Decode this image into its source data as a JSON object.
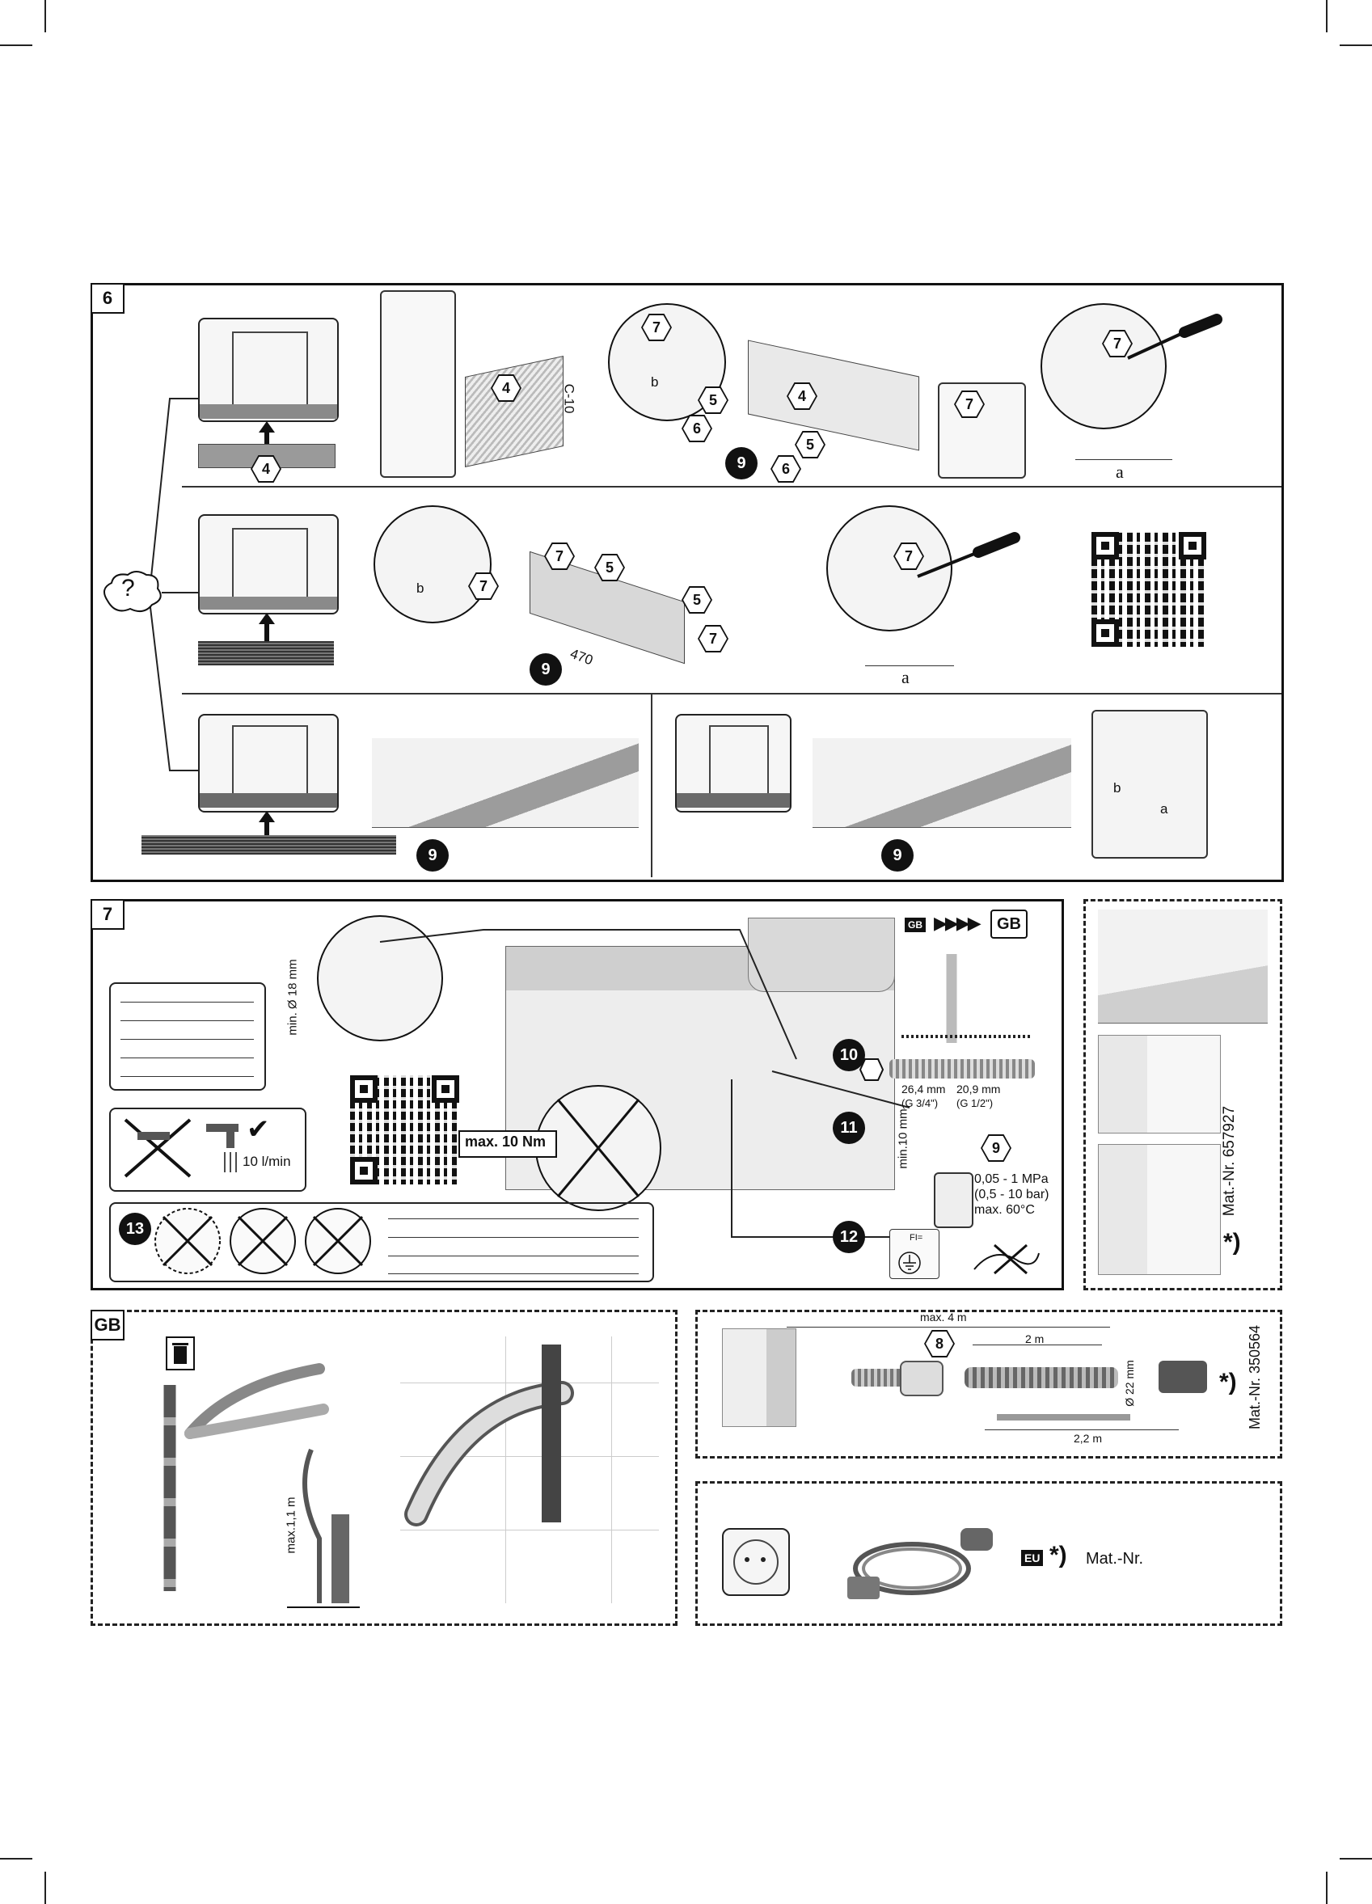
{
  "section6": {
    "label": "6",
    "question_mark": "?",
    "row1": {
      "hex4_a": "4",
      "hex4_b": "4",
      "hex7_a": "7",
      "hex7_b": "7",
      "hex7_c": "7",
      "hex5_a": "5",
      "hex5_b": "5",
      "hex6_a": "6",
      "hex6_b": "6",
      "hex4_c": "4",
      "step9": "9",
      "c10": "C-10",
      "dim_a": "a",
      "dim_b": "b"
    },
    "row2": {
      "hex7_a": "7",
      "hex7_b": "7",
      "hex7_c": "7",
      "hex7_d": "7",
      "hex5_a": "5",
      "hex5_b": "5",
      "dim_470": "470",
      "step9": "9",
      "dim_a": "a",
      "dim_b": "b"
    },
    "row3": {
      "step9_a": "9",
      "step9_b": "9",
      "dim_a": "a",
      "dim_b": "b"
    }
  },
  "section7": {
    "label": "7",
    "hose_diameter": "min. Ø 18 mm",
    "flow_rate": "10 l/min",
    "check_mark": "✔",
    "torque": "max. 10 Nm",
    "step10": "10",
    "step11": "11",
    "step12": "12",
    "step13": "13",
    "gb_small": "GB",
    "gb_large": "GB",
    "arrows": "▶▶▶▶",
    "dim_26": "26,4 mm",
    "dim_26_thread": "(G 3/4\")",
    "dim_20": "20,9 mm",
    "dim_20_thread": "(G 1/2\")",
    "min_10mm": "min.10 mm",
    "hex9": "9",
    "pressure_mpa": "0,05 - 1 MPa",
    "pressure_bar": "(0,5 - 10 bar)",
    "max_temp": "max. 60°C",
    "fi_label": "FI="
  },
  "side_panel": {
    "asterisk": "*)",
    "mat_nr": "Mat.-Nr. 657927"
  },
  "gb_panel": {
    "label": "GB",
    "max_height": "max.1,1 m"
  },
  "hose_panel": {
    "max_length": "max. 4 m",
    "hex8": "8",
    "len_2m": "2 m",
    "diam_22": "Ø 22 mm",
    "len_22m": "2,2 m",
    "asterisk": "*)",
    "mat_nr": "Mat.-Nr. 350564"
  },
  "power_panel": {
    "eu": "EU",
    "asterisk": "*)",
    "mat_nr": "Mat.-Nr."
  }
}
